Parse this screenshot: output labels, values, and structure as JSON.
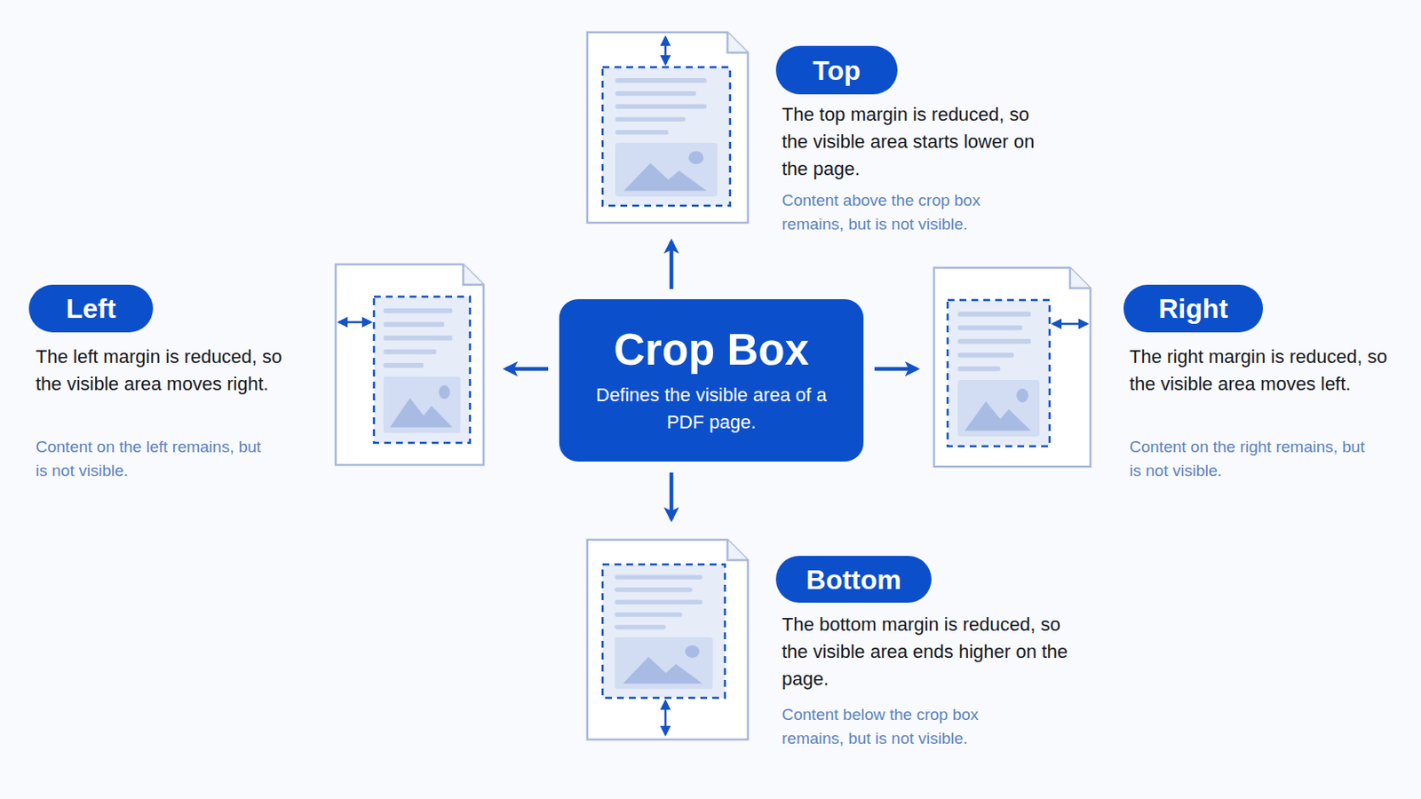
{
  "diagram": {
    "nodes": [
      {
        "text": [
          "Top"
        ]
      },
      {
        "text": [
          "Left"
        ]
      },
      {
        "text": [
          "Crop Box",
          "Defines the visible area of a PDF page."
        ]
      },
      {
        "text": [
          "Right"
        ]
      },
      {
        "text": [
          "Bottom"
        ]
      }
    ],
    "labels": [
      "The top margin is reduced, so the visible area starts lower on the page.",
      "Content above the crop box remains, but is not visible.",
      "The left margin is reduced, so the visible area moves right.",
      "Content on the left remains, but is not visible.",
      "The right margin is reduced, so the visible area moves left.",
      "Content on the right remains, but is not visible.",
      "The bottom margin is reduced, so the visible area ends higher on the page.",
      "Content below the crop box remains, but is not visible."
    ]
  }
}
